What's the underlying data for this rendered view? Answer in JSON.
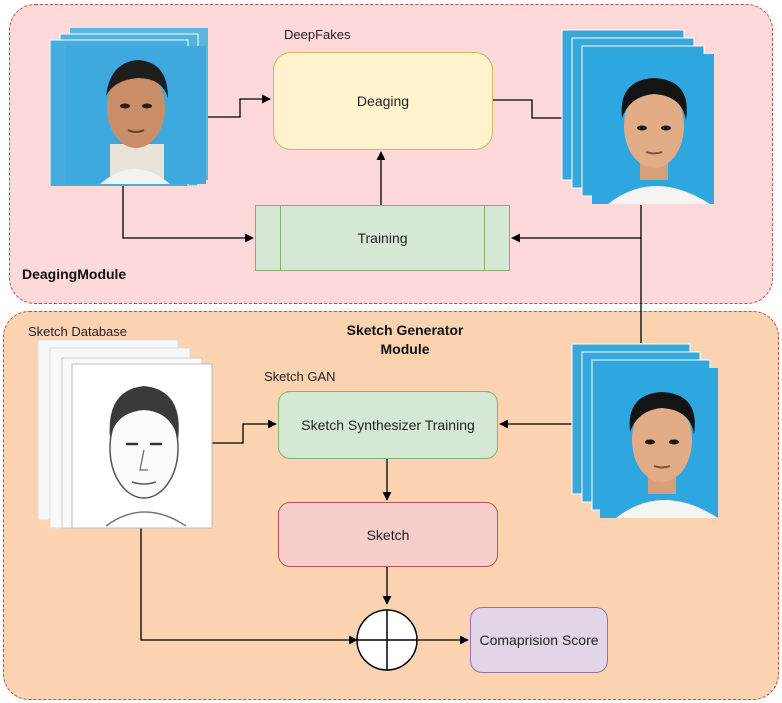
{
  "modules": {
    "deaging": {
      "title": "DeagingModule"
    },
    "sketch": {
      "title": "Sketch Generator\nModule"
    }
  },
  "labels": {
    "deepfakes": "DeepFakes",
    "sketch_database": "Sketch Database",
    "sketch_gan": "Sketch GAN"
  },
  "nodes": {
    "deaging": "Deaging",
    "training": "Training",
    "sketch_synth": "Sketch Synthesizer Training",
    "sketch": "Sketch",
    "comparison": "Comaprision Score"
  },
  "colors": {
    "deaging_bg": "#fff2cc",
    "deaging_border": "#d6b656",
    "training_bg": "#d5e8d4",
    "training_border": "#82b366",
    "synth_bg": "#d5e8d4",
    "synth_border": "#82b366",
    "sketch_bg": "#f8cecc",
    "sketch_border": "#b85450",
    "score_bg": "#e1d5e7",
    "score_border": "#9673a6"
  }
}
